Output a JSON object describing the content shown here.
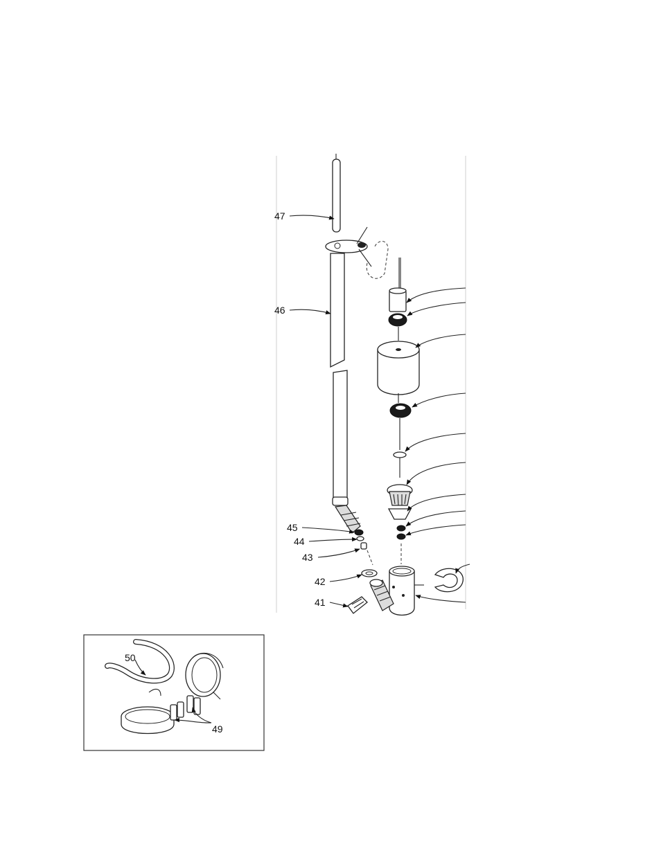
{
  "callouts": {
    "c47": "47",
    "c46": "46",
    "c45": "45",
    "c44": "44",
    "c43": "43",
    "c42": "42",
    "c41": "41",
    "c50": "50",
    "c49": "49"
  }
}
